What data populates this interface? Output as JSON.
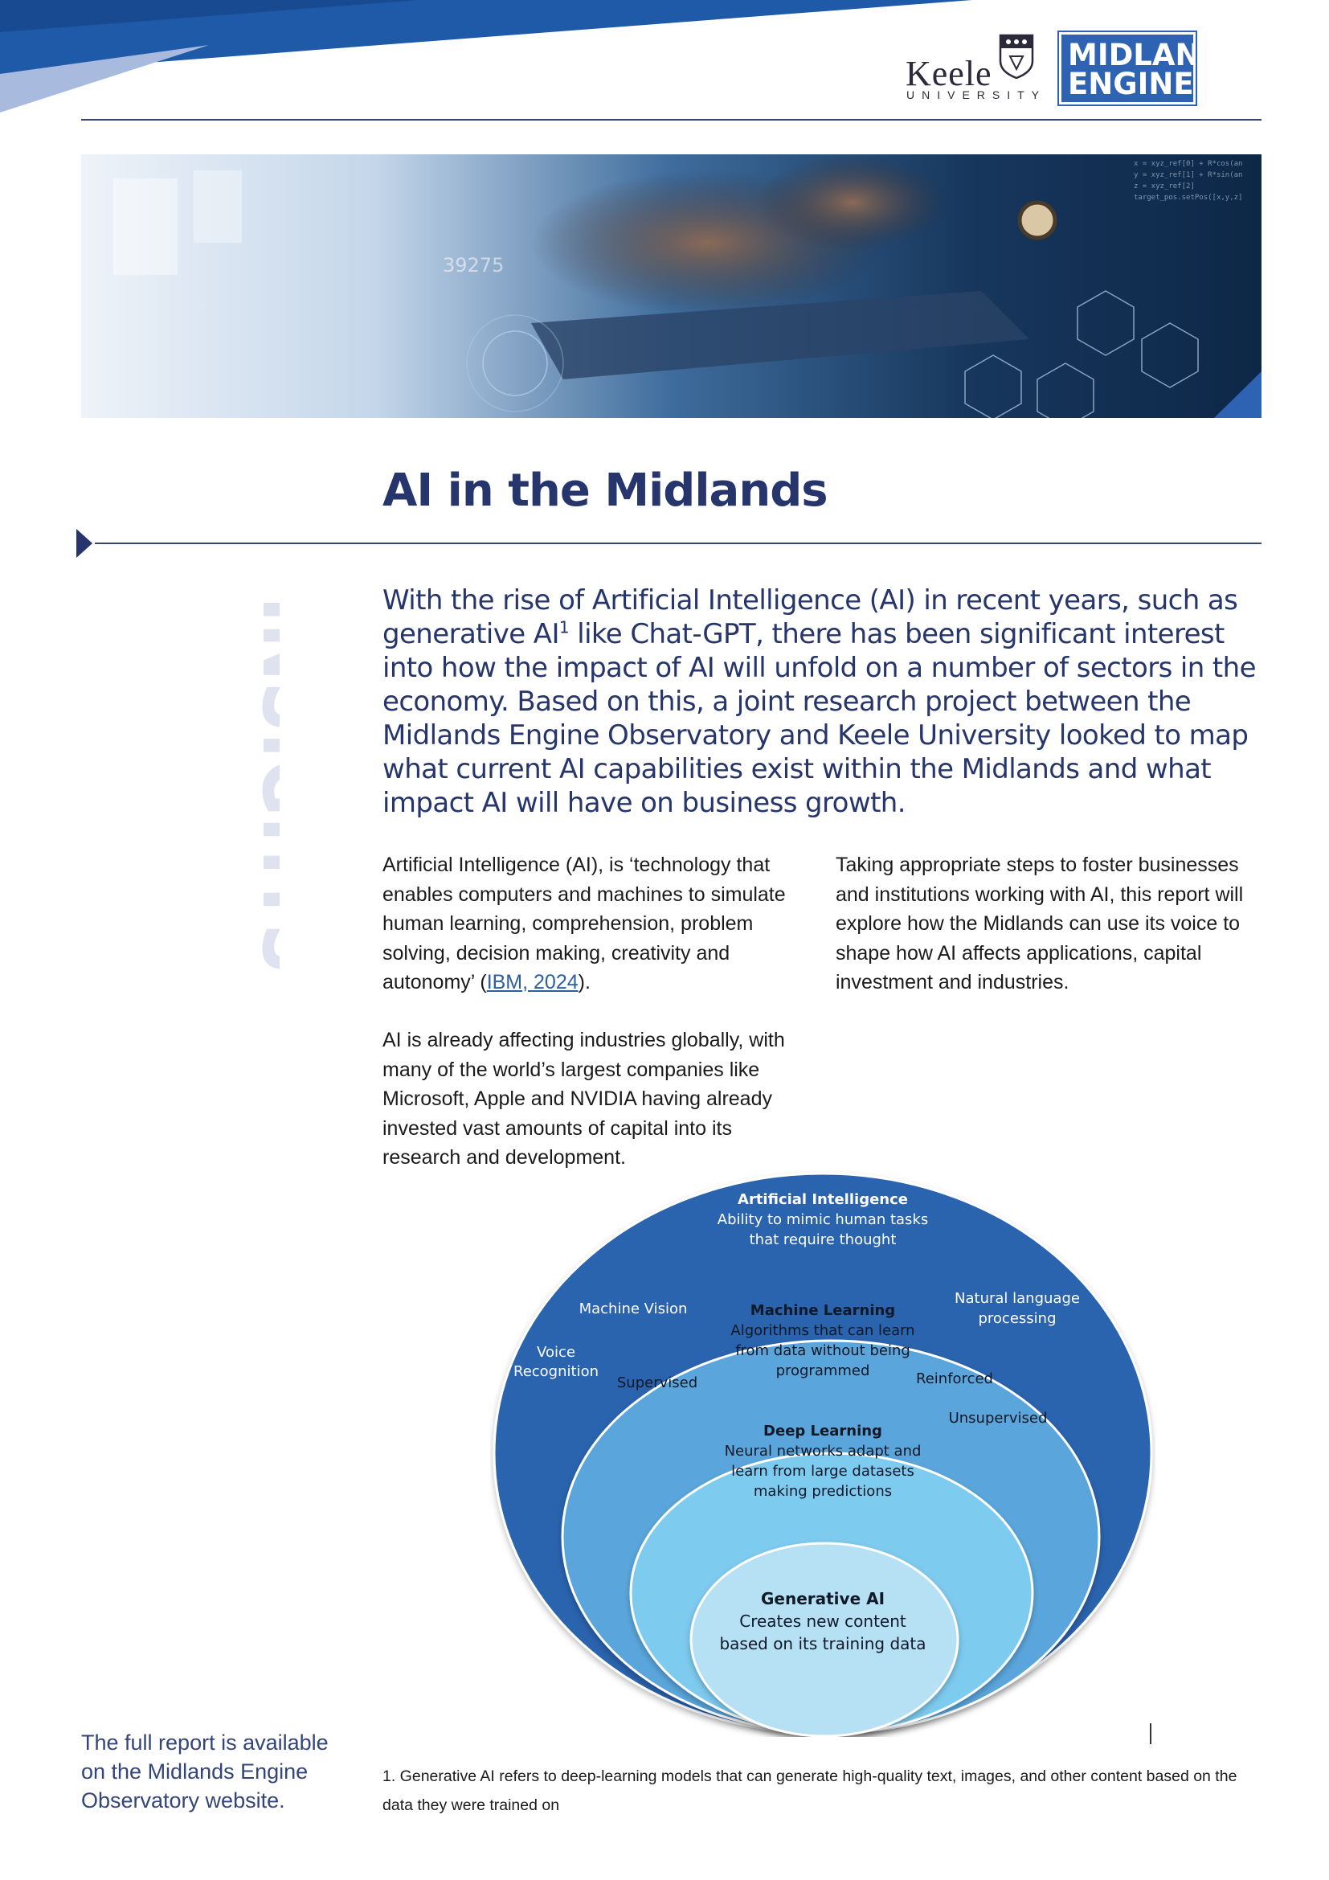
{
  "header": {
    "keele_name": "Keele",
    "keele_sub": "UNIVERSITY",
    "me_line1": "MIDLANDS",
    "me_line2": "ENGINE",
    "hero_code_number": "39275"
  },
  "title": "AI in the Midlands",
  "side_label": "INSIGHTS",
  "lead": {
    "before_sup": "With the rise of Artificial Intelligence (AI) in recent years, such as generative AI",
    "sup": "1",
    "after_sup": " like Chat-GPT, there has been significant interest into how the impact of AI will unfold on a number of sectors in the economy. Based on this, a joint research project between the Midlands Engine Observatory and Keele University looked to map what current AI capabilities exist within the Midlands and what impact AI will have on business growth."
  },
  "body": {
    "p1_before_link": "Artificial Intelligence (AI), is ‘technology that enables computers and machines to simulate human learning, comprehension, problem solving, decision making, creativity and autonomy’ (",
    "p1_link": "IBM, 2024",
    "p1_after_link": ").",
    "p2": "AI is already affecting industries globally, with many of the world’s largest companies like Microsoft, Apple and NVIDIA having already invested vast amounts of capital into its research and development.",
    "p3": "Taking appropriate steps to foster businesses and institutions working with AI, this report will explore how the Midlands can use its voice to shape how AI affects applications, capital investment and industries."
  },
  "diagram": {
    "ai_title": "Artificial Intelligence",
    "ai_desc_1": "Ability to mimic human tasks",
    "ai_desc_2": "that require thought",
    "machine_vision": "Machine Vision",
    "voice_1": "Voice",
    "voice_2": "Recognition",
    "nlp_1": "Natural language",
    "nlp_2": "processing",
    "ml_title": "Machine Learning",
    "ml_desc_1": "Algorithms that can learn",
    "ml_desc_2": "from data without being",
    "ml_desc_3": "programmed",
    "supervised": "Supervised",
    "reinforced": "Reinforced",
    "unsupervised": "Unsupervised",
    "dl_title": "Deep Learning",
    "dl_desc_1": "Neural networks adapt and",
    "dl_desc_2": "learn from large datasets",
    "dl_desc_3": "making predictions",
    "gen_title": "Generative AI",
    "gen_desc_1": "Creates new content",
    "gen_desc_2": "based on its training data",
    "colors": {
      "ai": "#2b63ae",
      "ml": "#5aa6dc",
      "dl": "#7ecbf0",
      "gen": "#b6e1f4"
    }
  },
  "side_note": "The full report is available on the Midlands Engine Observatory website.",
  "footnote": "1. Generative AI refers to deep-learning models that can generate high-quality text, images, and other content based on the data they were trained on",
  "colors": {
    "navy": "#26356b",
    "brand_blue": "#2e62b3",
    "insights_text": "#dfe3f0"
  }
}
